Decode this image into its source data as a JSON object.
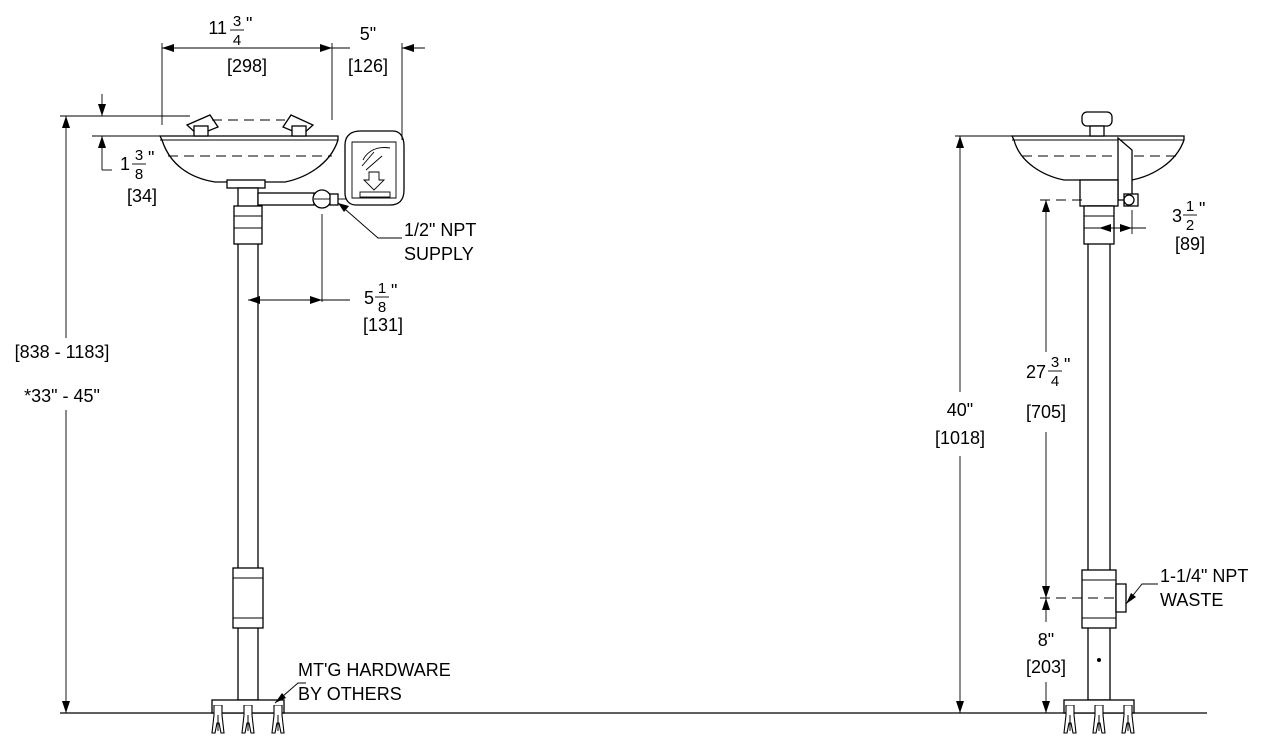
{
  "left_view": {
    "top_width": {
      "whole": "11",
      "num": "3",
      "den": "4",
      "mm": "[298]"
    },
    "handle_offset": {
      "label": "5\"",
      "mm": "[126]"
    },
    "bowl_depth": {
      "whole": "1",
      "num": "3",
      "den": "8",
      "mm": "[34]"
    },
    "supply": {
      "line1": "1/2\" NPT",
      "line2": "SUPPLY"
    },
    "supply_offset": {
      "whole": "5",
      "num": "1",
      "den": "8",
      "mm": "[131]"
    },
    "height": {
      "mm": "[838 - 1183]",
      "inches": "*33\" - 45\""
    },
    "hardware": {
      "line1": "MT'G HARDWARE",
      "line2": "BY OTHERS"
    }
  },
  "right_view": {
    "supply_offset": {
      "whole": "3",
      "num": "1",
      "den": "2",
      "mm": "[89]"
    },
    "waste_height": {
      "whole": "27",
      "num": "3",
      "den": "4",
      "mm": "[705]"
    },
    "height": {
      "label": "40\"",
      "mm": "[1018]"
    },
    "waste": {
      "line1": "1-1/4\" NPT",
      "line2": "WASTE"
    },
    "waste_drop": {
      "label": "8\"",
      "mm": "[203]"
    }
  }
}
